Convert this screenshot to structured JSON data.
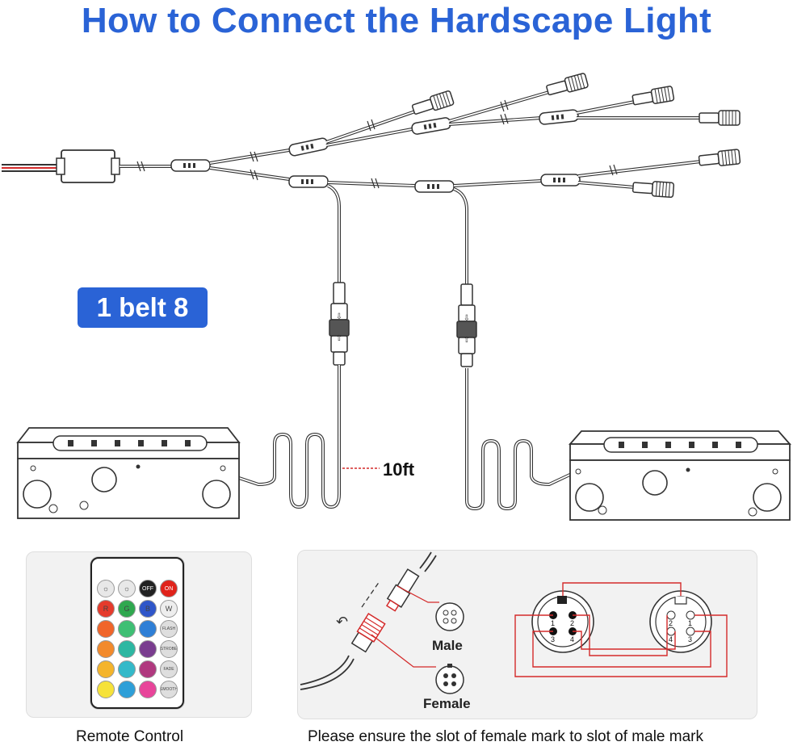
{
  "title": "How to Connect the Hardscape Light",
  "badge": "1 belt 8",
  "length_label": "10ft",
  "remote": {
    "caption": "Remote Control",
    "keys": [
      {
        "label": "☼",
        "color": "#e8e8e8"
      },
      {
        "label": "☼",
        "color": "#e8e8e8"
      },
      {
        "label": "OFF",
        "color": "#222222"
      },
      {
        "label": "ON",
        "color": "#e0231b"
      },
      {
        "label": "R",
        "color": "#e53b2c"
      },
      {
        "label": "G",
        "color": "#2fa84f"
      },
      {
        "label": "B",
        "color": "#2f56c9"
      },
      {
        "label": "W",
        "color": "#eeeeee"
      },
      {
        "label": "",
        "color": "#f0652a"
      },
      {
        "label": "",
        "color": "#3fbf74"
      },
      {
        "label": "",
        "color": "#2f7fd6"
      },
      {
        "label": "FLASH",
        "color": "#dedede"
      },
      {
        "label": "",
        "color": "#f28a2c"
      },
      {
        "label": "",
        "color": "#2db7a2"
      },
      {
        "label": "",
        "color": "#7a3d8f"
      },
      {
        "label": "STROBE",
        "color": "#dedede"
      },
      {
        "label": "",
        "color": "#f4b42b"
      },
      {
        "label": "",
        "color": "#34b9c9"
      },
      {
        "label": "",
        "color": "#b0397f"
      },
      {
        "label": "FADE",
        "color": "#dedede"
      },
      {
        "label": "",
        "color": "#f6e23a"
      },
      {
        "label": "",
        "color": "#2e9fd8"
      },
      {
        "label": "",
        "color": "#e8459a"
      },
      {
        "label": "SMOOTH",
        "color": "#dedede"
      }
    ]
  },
  "connector": {
    "male_label": "Male",
    "female_label": "Female",
    "caption": "Please ensure the slot of female mark to slot of male mark",
    "pins_male": [
      "1",
      "2",
      "3",
      "4"
    ],
    "pins_female": [
      "2",
      "1",
      "4",
      "3"
    ]
  },
  "colors": {
    "accent": "#2a63d6",
    "wire_red": "#d42a2a",
    "line": "#333333"
  }
}
